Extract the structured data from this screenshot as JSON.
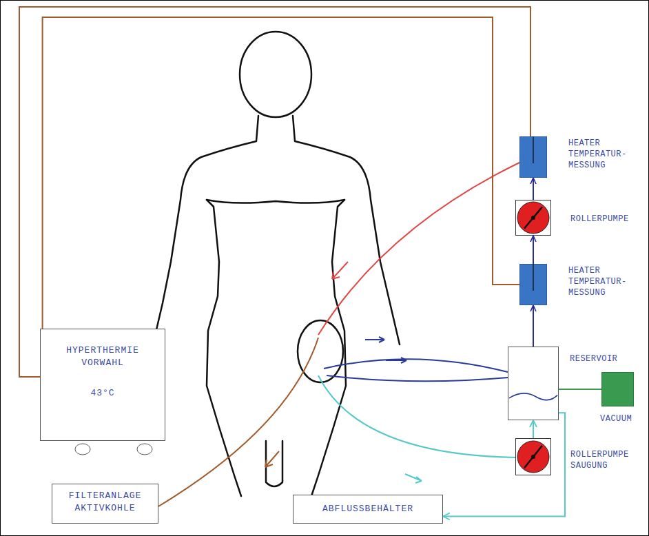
{
  "diagram": {
    "nodes": [
      {
        "text": [
          "HEATER TEMPERATUR- MESSUNG"
        ]
      },
      {
        "text": [
          "ROLLERPUMPE"
        ]
      },
      {
        "text": [
          "HEATER TEMPERATUR- MESSUNG"
        ]
      },
      {
        "text": [
          "RESERVOIR"
        ]
      },
      {
        "text": [
          "HYPERTHERMIE VORWAHL",
          "43°C"
        ]
      },
      {
        "text": [
          "VACUUM"
        ]
      },
      {
        "text": [
          "ROLLERPUMPE SAUGUNG"
        ]
      },
      {
        "text": [
          "FILTERANLAGE AKTIVKOHLE"
        ]
      },
      {
        "text": [
          "ABFLUSSBEHÄLTER"
        ]
      }
    ],
    "edges": [
      {
        "from": 4,
        "to": 0,
        "arrow": "none"
      },
      {
        "from": 4,
        "to": 2,
        "arrow": "none"
      },
      {
        "from": 1,
        "to": 0,
        "arrow": "to"
      },
      {
        "from": 2,
        "to": 1,
        "arrow": "to"
      },
      {
        "from": 3,
        "to": 2,
        "arrow": "to"
      },
      {
        "from": 5,
        "to": 3,
        "arrow": "none"
      },
      {
        "from": 6,
        "to": 3,
        "arrow": "to"
      },
      {
        "from": 3,
        "to": 8,
        "arrow": "to"
      }
    ]
  }
}
